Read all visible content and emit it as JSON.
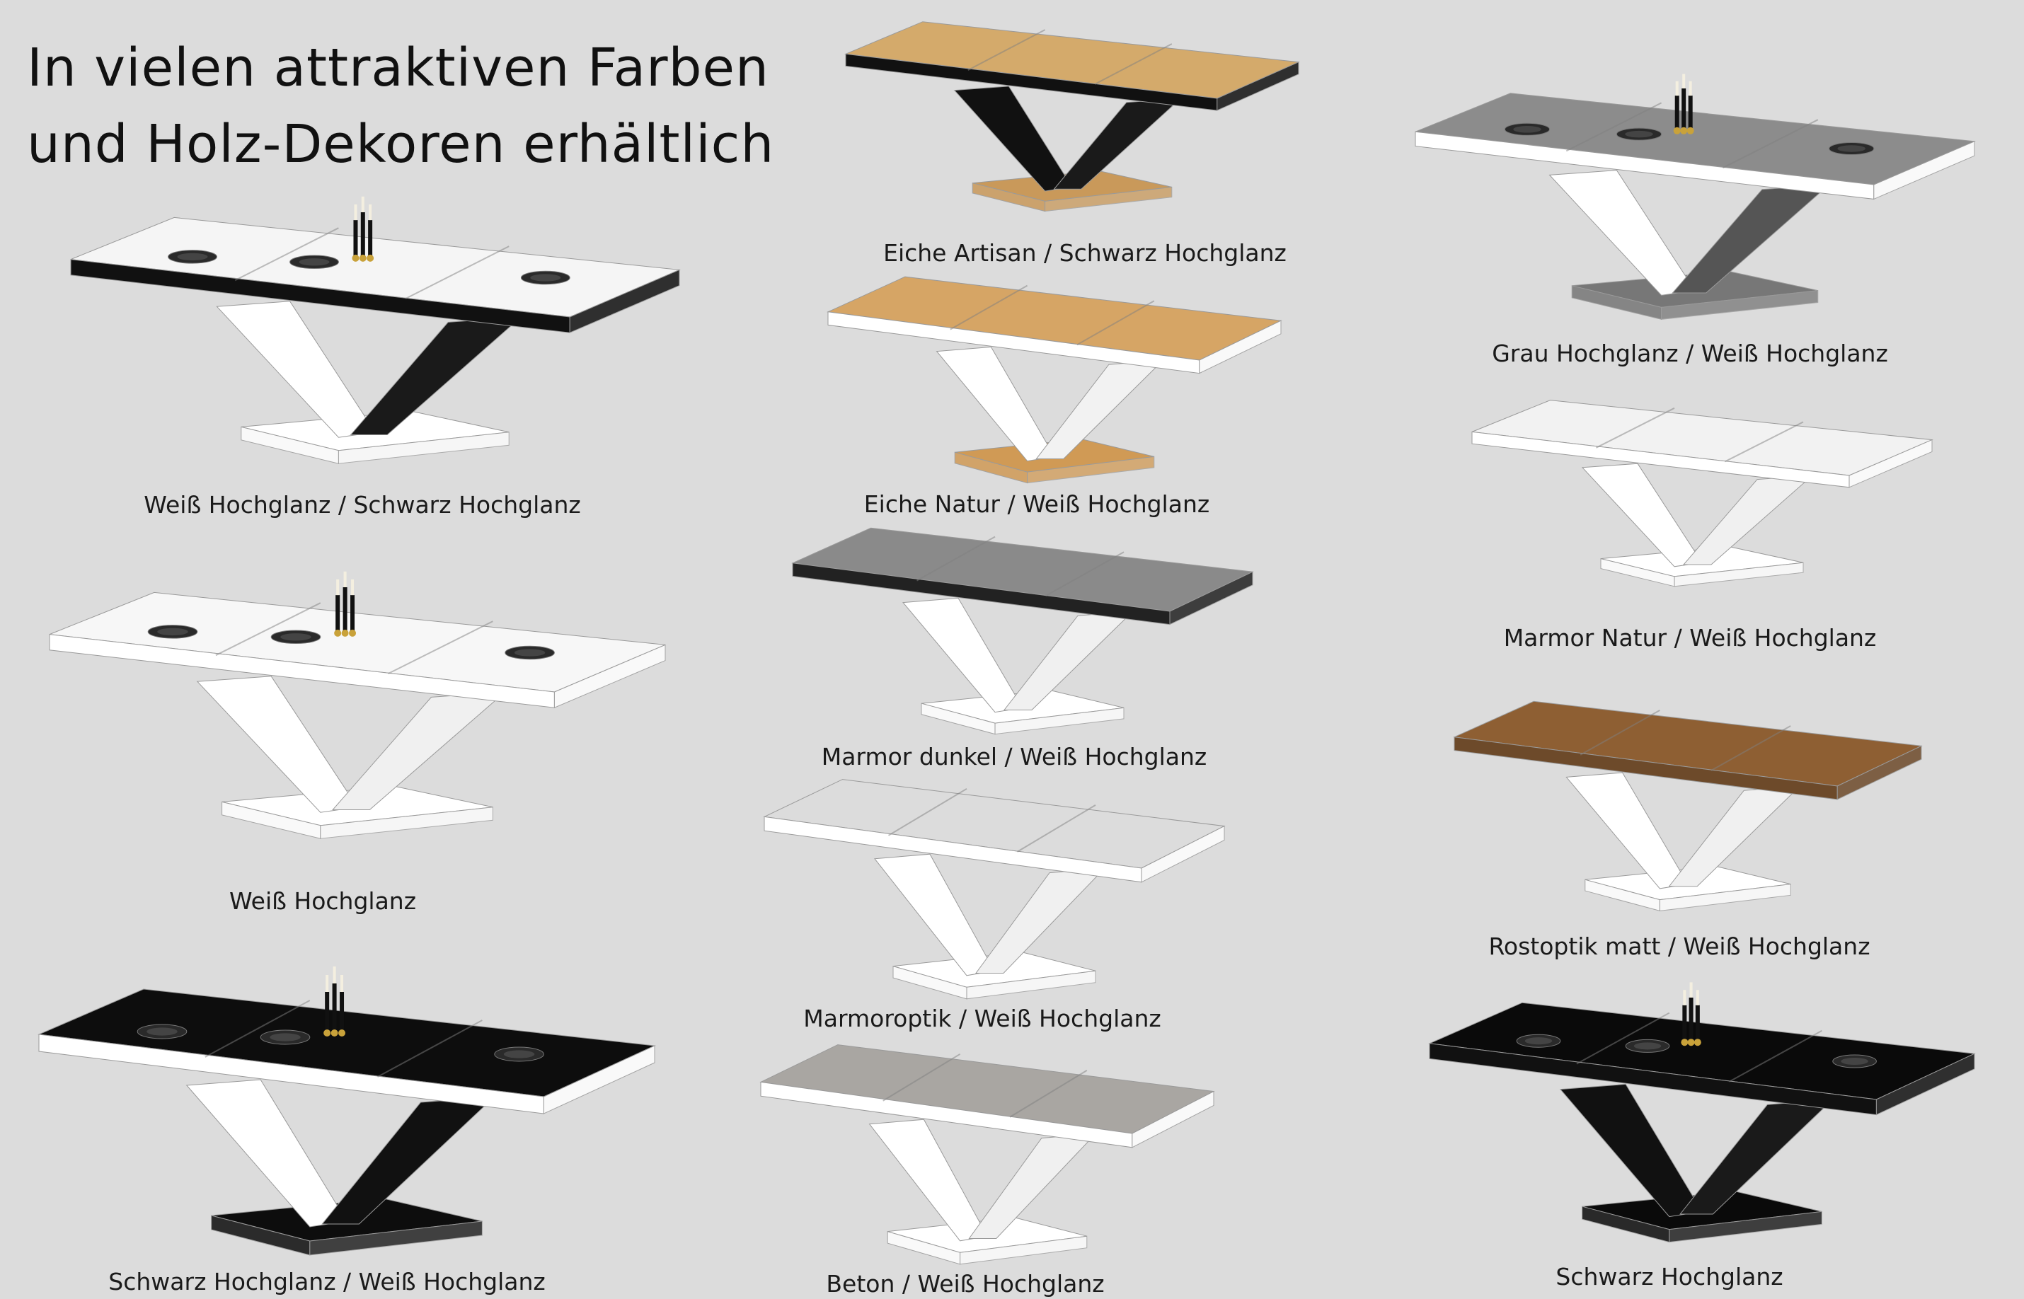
{
  "headline": {
    "line1": "In vielen attraktiven Farben",
    "line2": "und Holz-Dekoren erhältlich"
  },
  "tables": [
    {
      "id": "weiss-schwarz",
      "caption": "Weiß Hochglanz / Schwarz Hochglanz",
      "top_color": "#f5f5f5",
      "edge_color": "#111111",
      "leg_left": "#ffffff",
      "leg_right": "#1a1a1a",
      "base_color": "#ffffff",
      "tableware": true
    },
    {
      "id": "weiss",
      "caption": "Weiß Hochglanz",
      "top_color": "#f7f7f7",
      "edge_color": "#ffffff",
      "leg_left": "#ffffff",
      "leg_right": "#f0f0f0",
      "base_color": "#ffffff",
      "tableware": true
    },
    {
      "id": "schwarz-weiss",
      "caption": "Schwarz Hochglanz / Weiß Hochglanz",
      "top_color": "#0d0d0d",
      "edge_color": "#ffffff",
      "leg_left": "#ffffff",
      "leg_right": "#111111",
      "base_color": "#0d0d0d",
      "tableware": true
    },
    {
      "id": "eiche-artisan",
      "caption": "Eiche Artisan / Schwarz Hochglanz",
      "top_color": "#d4aa6b",
      "edge_color": "#111111",
      "leg_left": "#111111",
      "leg_right": "#1a1a1a",
      "base_color": "#c9995a",
      "tableware": false
    },
    {
      "id": "eiche-natur",
      "caption": "Eiche Natur / Weiß Hochglanz",
      "top_color": "#d6a565",
      "edge_color": "#ffffff",
      "leg_left": "#ffffff",
      "leg_right": "#f2f2f2",
      "base_color": "#d09a55",
      "tableware": false
    },
    {
      "id": "marmor-dunkel",
      "caption": "Marmor dunkel / Weiß Hochglanz",
      "top_color": "#8a8a8a",
      "edge_color": "#222222",
      "leg_left": "#ffffff",
      "leg_right": "#f0f0f0",
      "base_color": "#ffffff",
      "tableware": false
    },
    {
      "id": "marmoroptik",
      "caption": "Marmoroptik / Weiß Hochglanz",
      "top_color": "#dcdcdc",
      "edge_color": "#ffffff",
      "leg_left": "#ffffff",
      "leg_right": "#f0f0f0",
      "base_color": "#ffffff",
      "tableware": false
    },
    {
      "id": "beton",
      "caption": "Beton / Weiß Hochglanz",
      "top_color": "#a9a6a2",
      "edge_color": "#ffffff",
      "leg_left": "#ffffff",
      "leg_right": "#f0f0f0",
      "base_color": "#ffffff",
      "tableware": false
    },
    {
      "id": "grau-weiss",
      "caption": "Grau Hochglanz / Weiß Hochglanz",
      "top_color": "#8c8c8c",
      "edge_color": "#ffffff",
      "leg_left": "#ffffff",
      "leg_right": "#555555",
      "base_color": "#777777",
      "tableware": true
    },
    {
      "id": "marmor-natur",
      "caption": "Marmor Natur / Weiß Hochglanz",
      "top_color": "#f2f2f2",
      "edge_color": "#ffffff",
      "leg_left": "#ffffff",
      "leg_right": "#f0f0f0",
      "base_color": "#ffffff",
      "tableware": false
    },
    {
      "id": "rostoptik",
      "caption": "Rostoptik matt / Weiß Hochglanz",
      "top_color": "#8e5f33",
      "edge_color": "#6d4a2a",
      "leg_left": "#ffffff",
      "leg_right": "#f0f0f0",
      "base_color": "#ffffff",
      "tableware": false
    },
    {
      "id": "schwarz",
      "caption": "Schwarz Hochglanz",
      "top_color": "#0a0a0a",
      "edge_color": "#111111",
      "leg_left": "#111111",
      "leg_right": "#1a1a1a",
      "base_color": "#0a0a0a",
      "tableware": true
    }
  ]
}
